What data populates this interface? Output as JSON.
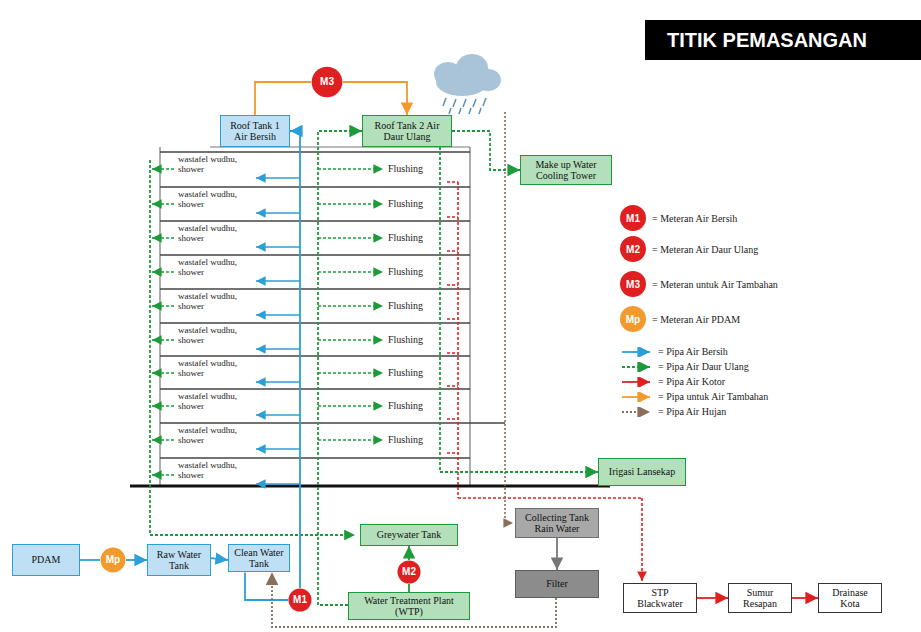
{
  "diagram": {
    "title": "TITIK PEMASANGAN",
    "nodes": [
      {
        "text": [
          "Roof Tank 1 Air Bersih"
        ]
      },
      {
        "text": [
          "Roof Tank 2 Air Daur Ulang"
        ]
      },
      {
        "text": [
          "Make up Water Cooling Tower"
        ]
      },
      {
        "text": [
          "Irigasi Lansekap"
        ]
      },
      {
        "text": [
          "PDAM"
        ]
      },
      {
        "text": [
          "Raw Water Tank"
        ]
      },
      {
        "text": [
          "Clean Water Tank"
        ]
      },
      {
        "text": [
          "Greywater Tank"
        ]
      },
      {
        "text": [
          "Water Treatment Plant (WTP)"
        ]
      },
      {
        "text": [
          "Collecting Tank Rain Water"
        ]
      },
      {
        "text": [
          "Filter"
        ]
      },
      {
        "text": [
          "STP Blackwater"
        ]
      },
      {
        "text": [
          "Sumur Resapan"
        ]
      },
      {
        "text": [
          "Drainase Kota"
        ]
      },
      {
        "text": [
          "M3"
        ]
      },
      {
        "text": [
          "Mp"
        ]
      },
      {
        "text": [
          "M2"
        ]
      },
      {
        "text": [
          "M1"
        ]
      }
    ],
    "edges": [
      {
        "from": 4,
        "to": 15,
        "arrow": "none"
      },
      {
        "from": 15,
        "to": 5,
        "arrow": "to"
      },
      {
        "from": 5,
        "to": 6,
        "arrow": "to"
      },
      {
        "from": 6,
        "to": 17,
        "arrow": "none"
      },
      {
        "from": 17,
        "to": 0,
        "arrow": "to"
      },
      {
        "from": 0,
        "to": 14,
        "arrow": "none"
      },
      {
        "from": 14,
        "to": 1,
        "arrow": "to"
      },
      {
        "from": 8,
        "to": 16,
        "arrow": "none"
      },
      {
        "from": 16,
        "to": 7,
        "arrow": "to"
      },
      {
        "from": 8,
        "to": 1,
        "arrow": "to"
      },
      {
        "from": 1,
        "to": 2,
        "arrow": "to"
      },
      {
        "from": 1,
        "to": 3,
        "arrow": "to"
      },
      {
        "from": 9,
        "to": 10,
        "arrow": "to"
      },
      {
        "from": 10,
        "to": 6,
        "arrow": "to"
      },
      {
        "from": 11,
        "to": 12,
        "arrow": "to"
      },
      {
        "from": 12,
        "to": 13,
        "arrow": "to"
      }
    ],
    "labels": [
      "wastafel wudhu, shower",
      "wastafel wudhu, shower",
      "wastafel wudhu, shower",
      "wastafel wudhu, shower",
      "wastafel wudhu, shower",
      "wastafel wudhu, shower",
      "wastafel wudhu, shower",
      "wastafel wudhu, shower",
      "wastafel wudhu, shower",
      "wastafel wudhu, shower",
      "Flushing",
      "Flushing",
      "Flushing",
      "Flushing",
      "Flushing",
      "Flushing",
      "Flushing",
      "Flushing",
      "Flushing",
      "M1",
      "M2",
      "M3",
      "Mp"
    ],
    "legend": [
      {
        "text": "= Meteran Air Bersih",
        "color": "#e02020"
      },
      {
        "text": "= Meteran Air Daur Ulang",
        "color": "#e02020"
      },
      {
        "text": "= Meteran untuk Air Tambahan",
        "color": "#e02020"
      },
      {
        "text": "= Meteran Air PDAM",
        "color": "#f29a2e"
      },
      {
        "text": "= Pipa Air Bersih"
      },
      {
        "text": "= Pipa Air Daur Ulang"
      },
      {
        "text": "= Pipa Air Kotor"
      },
      {
        "text": "= Pipa untuk Air Tambahan"
      },
      {
        "text": "= Pipa Air Hujan"
      }
    ]
  }
}
